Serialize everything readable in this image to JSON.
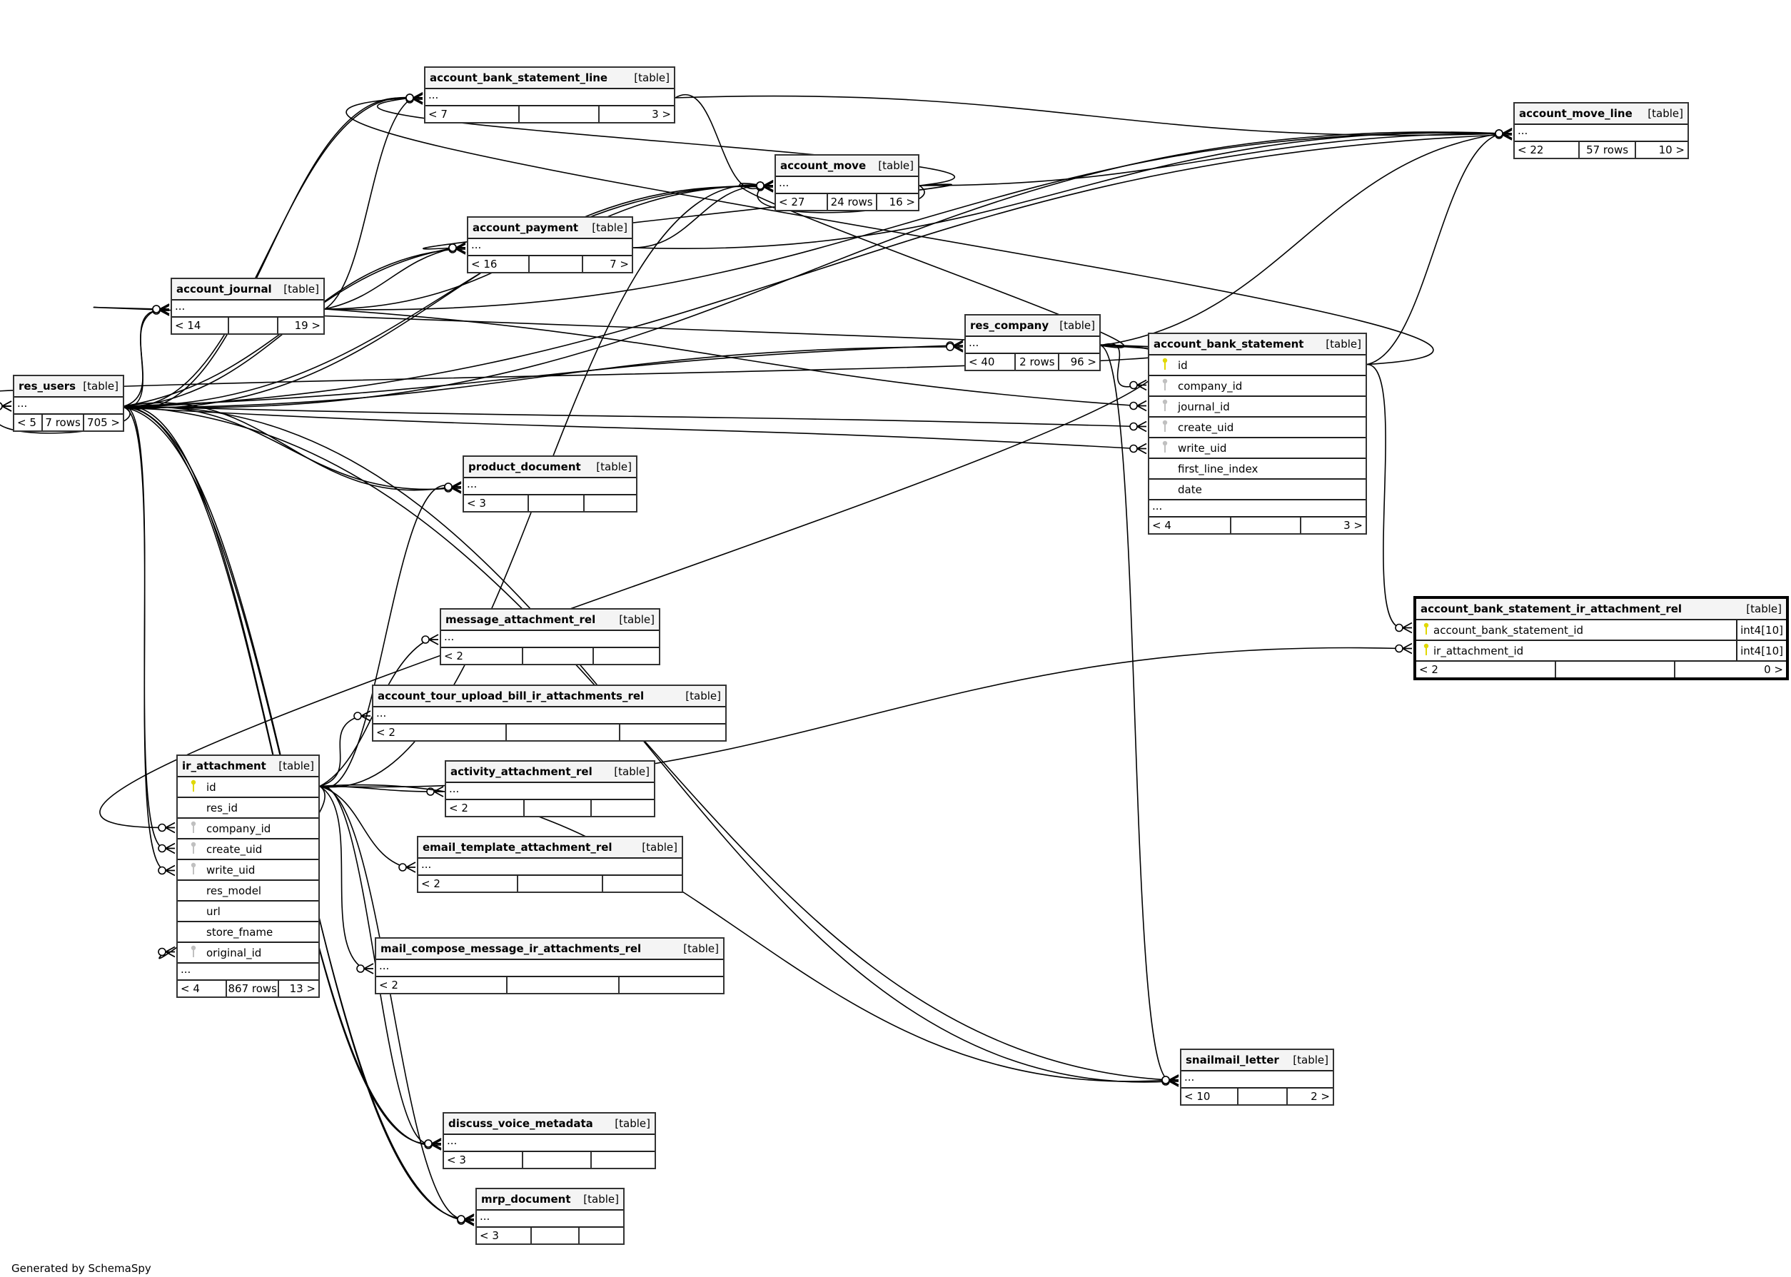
{
  "colors": {
    "primary_key": "#e0d800",
    "foreign_key": "#c0c0c0",
    "header_bg": "#f4f4f4",
    "border": "#333333"
  },
  "footer_text": "Generated by SchemaSpy",
  "tables": [
    {
      "id": "res_users",
      "name": "res_users",
      "type": "[table]",
      "columns": [],
      "ellipsis": "...",
      "footer": [
        "< 5",
        "7 rows",
        "705 >"
      ]
    },
    {
      "id": "account_journal",
      "name": "account_journal",
      "type": "[table]",
      "columns": [],
      "ellipsis": "...",
      "footer": [
        "< 14",
        "",
        "19 >"
      ]
    },
    {
      "id": "account_bank_statement_line",
      "name": "account_bank_statement_line",
      "type": "[table]",
      "columns": [],
      "ellipsis": "...",
      "footer": [
        "< 7",
        "",
        "3 >"
      ]
    },
    {
      "id": "account_payment",
      "name": "account_payment",
      "type": "[table]",
      "columns": [],
      "ellipsis": "...",
      "footer": [
        "< 16",
        "",
        "7 >"
      ]
    },
    {
      "id": "account_move",
      "name": "account_move",
      "type": "[table]",
      "columns": [],
      "ellipsis": "...",
      "footer": [
        "< 27",
        "24 rows",
        "16 >"
      ]
    },
    {
      "id": "account_move_line",
      "name": "account_move_line",
      "type": "[table]",
      "columns": [],
      "ellipsis": "...",
      "footer": [
        "< 22",
        "57 rows",
        "10 >"
      ]
    },
    {
      "id": "res_company",
      "name": "res_company",
      "type": "[table]",
      "columns": [],
      "ellipsis": "...",
      "footer": [
        "< 40",
        "2 rows",
        "96 >"
      ]
    },
    {
      "id": "account_bank_statement",
      "name": "account_bank_statement",
      "type": "[table]",
      "columns": [
        {
          "name": "id",
          "key": "primary"
        },
        {
          "name": "company_id",
          "key": "foreign"
        },
        {
          "name": "journal_id",
          "key": "foreign"
        },
        {
          "name": "create_uid",
          "key": "foreign"
        },
        {
          "name": "write_uid",
          "key": "foreign"
        },
        {
          "name": "first_line_index",
          "key": ""
        },
        {
          "name": "date",
          "key": ""
        }
      ],
      "ellipsis": "...",
      "footer": [
        "< 4",
        "",
        "3 >"
      ]
    },
    {
      "id": "account_bank_statement_ir_attachment_rel",
      "name": "account_bank_statement_ir_attachment_rel",
      "type": "[table]",
      "focus": true,
      "columns": [
        {
          "name": "account_bank_statement_id",
          "key": "primary",
          "datatype": "int4[10]"
        },
        {
          "name": "ir_attachment_id",
          "key": "primary",
          "datatype": "int4[10]"
        }
      ],
      "ellipsis": "",
      "footer": [
        "< 2",
        "",
        "0 >"
      ]
    },
    {
      "id": "product_document",
      "name": "product_document",
      "type": "[table]",
      "columns": [],
      "ellipsis": "...",
      "footer": [
        "< 3",
        "",
        ""
      ]
    },
    {
      "id": "message_attachment_rel",
      "name": "message_attachment_rel",
      "type": "[table]",
      "columns": [],
      "ellipsis": "...",
      "footer": [
        "< 2",
        "",
        ""
      ]
    },
    {
      "id": "account_tour_upload_bill_ir_attachments_rel",
      "name": "account_tour_upload_bill_ir_attachments_rel",
      "type": "[table]",
      "columns": [],
      "ellipsis": "...",
      "footer": [
        "< 2",
        "",
        ""
      ]
    },
    {
      "id": "activity_attachment_rel",
      "name": "activity_attachment_rel",
      "type": "[table]",
      "columns": [],
      "ellipsis": "...",
      "footer": [
        "< 2",
        "",
        ""
      ]
    },
    {
      "id": "email_template_attachment_rel",
      "name": "email_template_attachment_rel",
      "type": "[table]",
      "columns": [],
      "ellipsis": "...",
      "footer": [
        "< 2",
        "",
        ""
      ]
    },
    {
      "id": "ir_attachment",
      "name": "ir_attachment",
      "type": "[table]",
      "columns": [
        {
          "name": "id",
          "key": "primary"
        },
        {
          "name": "res_id",
          "key": ""
        },
        {
          "name": "company_id",
          "key": "foreign"
        },
        {
          "name": "create_uid",
          "key": "foreign"
        },
        {
          "name": "write_uid",
          "key": "foreign"
        },
        {
          "name": "res_model",
          "key": ""
        },
        {
          "name": "url",
          "key": ""
        },
        {
          "name": "store_fname",
          "key": ""
        },
        {
          "name": "original_id",
          "key": "foreign"
        }
      ],
      "ellipsis": "...",
      "footer": [
        "< 4",
        "867 rows",
        "13 >"
      ]
    },
    {
      "id": "mail_compose_message_ir_attachments_rel",
      "name": "mail_compose_message_ir_attachments_rel",
      "type": "[table]",
      "columns": [],
      "ellipsis": "...",
      "footer": [
        "< 2",
        "",
        ""
      ]
    },
    {
      "id": "snailmail_letter",
      "name": "snailmail_letter",
      "type": "[table]",
      "columns": [],
      "ellipsis": "...",
      "footer": [
        "< 10",
        "",
        "2 >"
      ]
    },
    {
      "id": "discuss_voice_metadata",
      "name": "discuss_voice_metadata",
      "type": "[table]",
      "columns": [],
      "ellipsis": "...",
      "footer": [
        "< 3",
        "",
        ""
      ]
    },
    {
      "id": "mrp_document",
      "name": "mrp_document",
      "type": "[table]",
      "columns": [],
      "ellipsis": "...",
      "footer": [
        "< 3",
        "",
        ""
      ]
    }
  ],
  "relationships": [
    {
      "from": "res_users",
      "to": "res_users"
    },
    {
      "from": "res_users",
      "to": "account_journal"
    },
    {
      "from": "res_users",
      "to": "account_journal"
    },
    {
      "from": "res_users",
      "to": "account_bank_statement_line"
    },
    {
      "from": "res_users",
      "to": "account_bank_statement_line"
    },
    {
      "from": "res_users",
      "to": "account_payment"
    },
    {
      "from": "res_users",
      "to": "account_payment"
    },
    {
      "from": "res_users",
      "to": "account_move"
    },
    {
      "from": "res_users",
      "to": "account_move"
    },
    {
      "from": "res_users",
      "to": "account_move_line"
    },
    {
      "from": "res_users",
      "to": "account_move_line"
    },
    {
      "from": "res_users",
      "to": "res_company"
    },
    {
      "from": "res_users",
      "to": "res_company"
    },
    {
      "from": "res_users",
      "to": "account_bank_statement",
      "column": "create_uid"
    },
    {
      "from": "res_users",
      "to": "account_bank_statement",
      "column": "write_uid"
    },
    {
      "from": "res_users",
      "to": "product_document"
    },
    {
      "from": "res_users",
      "to": "product_document"
    },
    {
      "from": "res_users",
      "to": "ir_attachment",
      "column": "create_uid"
    },
    {
      "from": "res_users",
      "to": "ir_attachment",
      "column": "write_uid"
    },
    {
      "from": "res_users",
      "to": "snailmail_letter"
    },
    {
      "from": "res_users",
      "to": "snailmail_letter"
    },
    {
      "from": "res_users",
      "to": "discuss_voice_metadata"
    },
    {
      "from": "res_users",
      "to": "discuss_voice_metadata"
    },
    {
      "from": "res_users",
      "to": "mrp_document"
    },
    {
      "from": "res_users",
      "to": "mrp_document"
    },
    {
      "from": "account_journal",
      "to": "account_bank_statement_line"
    },
    {
      "from": "account_journal",
      "to": "account_payment"
    },
    {
      "from": "account_journal",
      "to": "account_move"
    },
    {
      "from": "account_journal",
      "to": "account_move_line"
    },
    {
      "from": "account_journal",
      "to": "account_bank_statement",
      "column": "journal_id"
    },
    {
      "from": "account_bank_statement_line",
      "to": "account_move"
    },
    {
      "from": "account_bank_statement_line",
      "to": "account_move_line"
    },
    {
      "from": "account_payment",
      "to": "account_move"
    },
    {
      "from": "account_payment",
      "to": "account_move_line"
    },
    {
      "from": "account_move",
      "to": "account_move"
    },
    {
      "from": "account_move",
      "to": "account_bank_statement_line"
    },
    {
      "from": "account_move",
      "to": "account_payment"
    },
    {
      "from": "account_move",
      "to": "account_move_line"
    },
    {
      "from": "res_company",
      "to": "account_journal"
    },
    {
      "from": "res_company",
      "to": "account_move"
    },
    {
      "from": "res_company",
      "to": "account_move_line"
    },
    {
      "from": "res_company",
      "to": "account_bank_statement",
      "column": "company_id"
    },
    {
      "from": "res_company",
      "to": "ir_attachment",
      "column": "company_id"
    },
    {
      "from": "res_company",
      "to": "snailmail_letter"
    },
    {
      "from": "res_company",
      "to": "res_users"
    },
    {
      "from": "account_bank_statement",
      "to": "account_bank_statement_line"
    },
    {
      "from": "account_bank_statement",
      "to": "account_move_line"
    },
    {
      "from": "account_bank_statement",
      "to": "account_bank_statement_ir_attachment_rel",
      "column": "account_bank_statement_id"
    },
    {
      "from": "ir_attachment",
      "to": "account_bank_statement_ir_attachment_rel",
      "column": "ir_attachment_id"
    },
    {
      "from": "ir_attachment",
      "to": "product_document"
    },
    {
      "from": "ir_attachment",
      "to": "message_attachment_rel"
    },
    {
      "from": "ir_attachment",
      "to": "account_tour_upload_bill_ir_attachments_rel"
    },
    {
      "from": "ir_attachment",
      "to": "activity_attachment_rel"
    },
    {
      "from": "ir_attachment",
      "to": "email_template_attachment_rel"
    },
    {
      "from": "ir_attachment",
      "to": "mail_compose_message_ir_attachments_rel"
    },
    {
      "from": "ir_attachment",
      "to": "snailmail_letter"
    },
    {
      "from": "ir_attachment",
      "to": "discuss_voice_metadata"
    },
    {
      "from": "ir_attachment",
      "to": "mrp_document"
    },
    {
      "from": "ir_attachment",
      "to": "ir_attachment",
      "column": "original_id"
    },
    {
      "from": "ir_attachment",
      "to": "account_move"
    }
  ]
}
